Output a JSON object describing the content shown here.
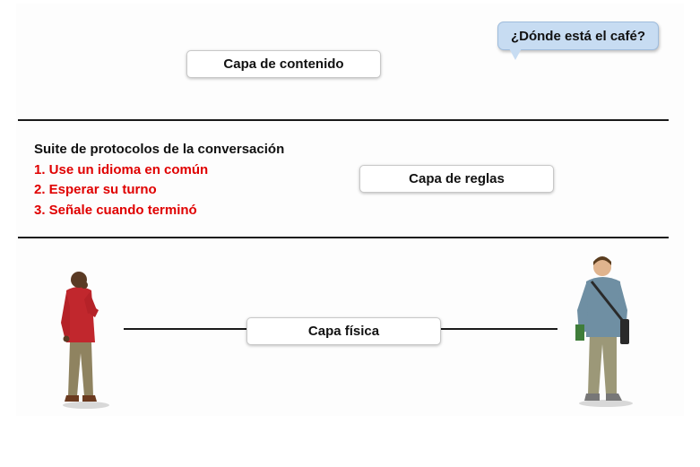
{
  "layers": {
    "content_label": "Capa de contenido",
    "rules_label": "Capa de reglas",
    "physical_label": "Capa física"
  },
  "speech_bubble": {
    "text": "¿Dónde está el café?",
    "color": "#c7dcf2"
  },
  "protocol_suite": {
    "heading": "Suite de protocolos de la conversación",
    "rules": [
      "1. Use un idioma en común",
      "2. Esperar su turno",
      "3. Señale cuando terminó"
    ],
    "rule_color": "#e00000"
  },
  "people": {
    "left": "person-on-phone-icon",
    "right": "student-with-bag-icon"
  }
}
